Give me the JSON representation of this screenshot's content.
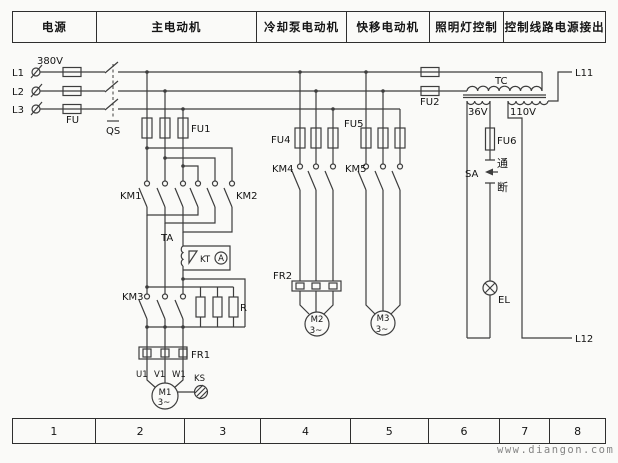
{
  "header": {
    "columns": [
      "电源",
      "主电动机",
      "冷却泵电动机",
      "快移电动机",
      "照明灯控制",
      "控制线路电源接出"
    ]
  },
  "footer": {
    "cells": [
      "1",
      "2",
      "3",
      "4",
      "5",
      "6",
      "7",
      "8"
    ]
  },
  "watermark": "www.diangon.com",
  "labels": {
    "supply_voltage": "380V",
    "l1": "L1",
    "l2": "L2",
    "l3": "L3",
    "fu": "FU",
    "qs": "QS",
    "fu1": "FU1",
    "km1": "KM1",
    "km2": "KM2",
    "km3": "KM3",
    "ta": "TA",
    "kt": "KT",
    "ammeter": "A",
    "r": "R",
    "fr1": "FR1",
    "u1": "U1",
    "v1": "V1",
    "w1": "W1",
    "ks": "KS",
    "m1": "M1",
    "m1_phase": "3~",
    "fu4": "FU4",
    "km4": "KM4",
    "fr2": "FR2",
    "m2": "M2",
    "m2_phase": "3~",
    "fu5": "FU5",
    "km5": "KM5",
    "m3": "M3",
    "m3_phase": "3~",
    "fu2": "FU2",
    "tc": "TC",
    "v36": "36V",
    "v110": "110V",
    "fu6": "FU6",
    "sa": "SA",
    "sa_on": "通",
    "sa_off": "断",
    "el": "EL",
    "l11": "L11",
    "l12": "L12"
  },
  "colors": {
    "line": "#3d3d3d",
    "background": "#fafaf8",
    "border": "#2e2e2e",
    "watermark": "#858585",
    "text": "#141414"
  }
}
